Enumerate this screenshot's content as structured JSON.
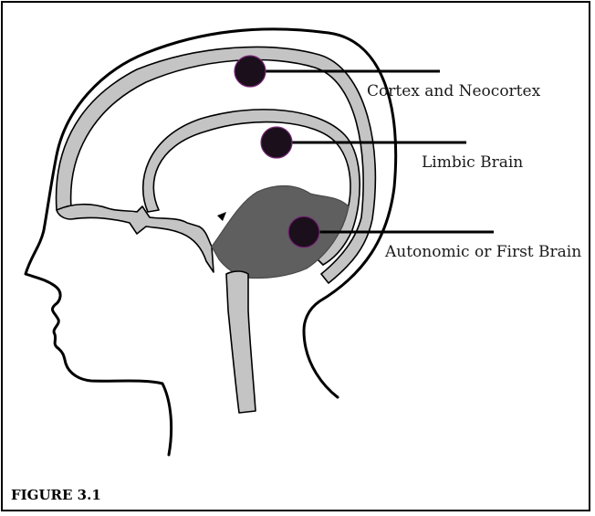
{
  "labels": {
    "cortex": "Cortex and Neocortex",
    "limbic": "Limbic Brain",
    "autonomic": "Autonomic or First Brain"
  },
  "caption": "FIGURE 3.1",
  "colors": {
    "outline": "#000000",
    "skull_fill": "#c4c4c4",
    "brainstem_fill": "#5f5f5f",
    "marker_fill": "#1a0f1a",
    "marker_ring": "#7a2a7a",
    "background": "#ffffff"
  }
}
